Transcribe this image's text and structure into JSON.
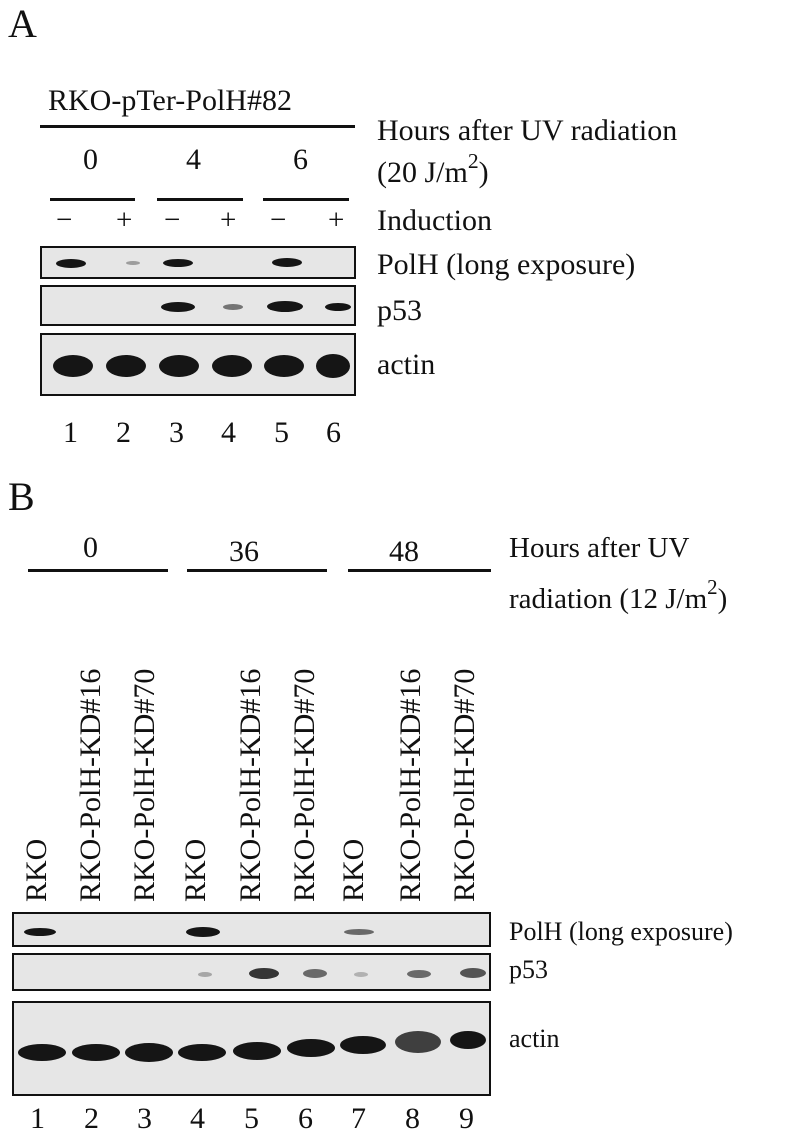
{
  "panel_a": {
    "label": "A",
    "cell_line": "RKO-pTer-PolH#82",
    "hours_label": "Hours after UV radiation",
    "dose_prefix": "(20 J/m",
    "dose_sup": "2",
    "dose_suffix": ")",
    "timepoints": [
      "0",
      "4",
      "6"
    ],
    "induction_marks": [
      "−",
      "+",
      "−",
      "+",
      "−",
      "+"
    ],
    "induction_label": "Induction",
    "blot_labels": [
      "PolH (long exposure)",
      "p53",
      "actin"
    ],
    "lanes": [
      "1",
      "2",
      "3",
      "4",
      "5",
      "6"
    ]
  },
  "panel_b": {
    "label": "B",
    "timepoints": [
      "0",
      "36",
      "48"
    ],
    "hours_label": "Hours after UV",
    "radiation_prefix": "radiation (12 J/m",
    "radiation_sup": "2",
    "radiation_suffix": ")",
    "samples": [
      "RKO",
      "RKO-PolH-KD#16",
      "RKO-PolH-KD#70",
      "RKO",
      "RKO-PolH-KD#16",
      "RKO-PolH-KD#70",
      "RKO",
      "RKO-PolH-KD#16",
      "RKO-PolH-KD#70"
    ],
    "blot_labels": [
      "PolH (long exposure)",
      "p53",
      "actin"
    ],
    "lanes": [
      "1",
      "2",
      "3",
      "4",
      "5",
      "6",
      "7",
      "8",
      "9"
    ]
  }
}
